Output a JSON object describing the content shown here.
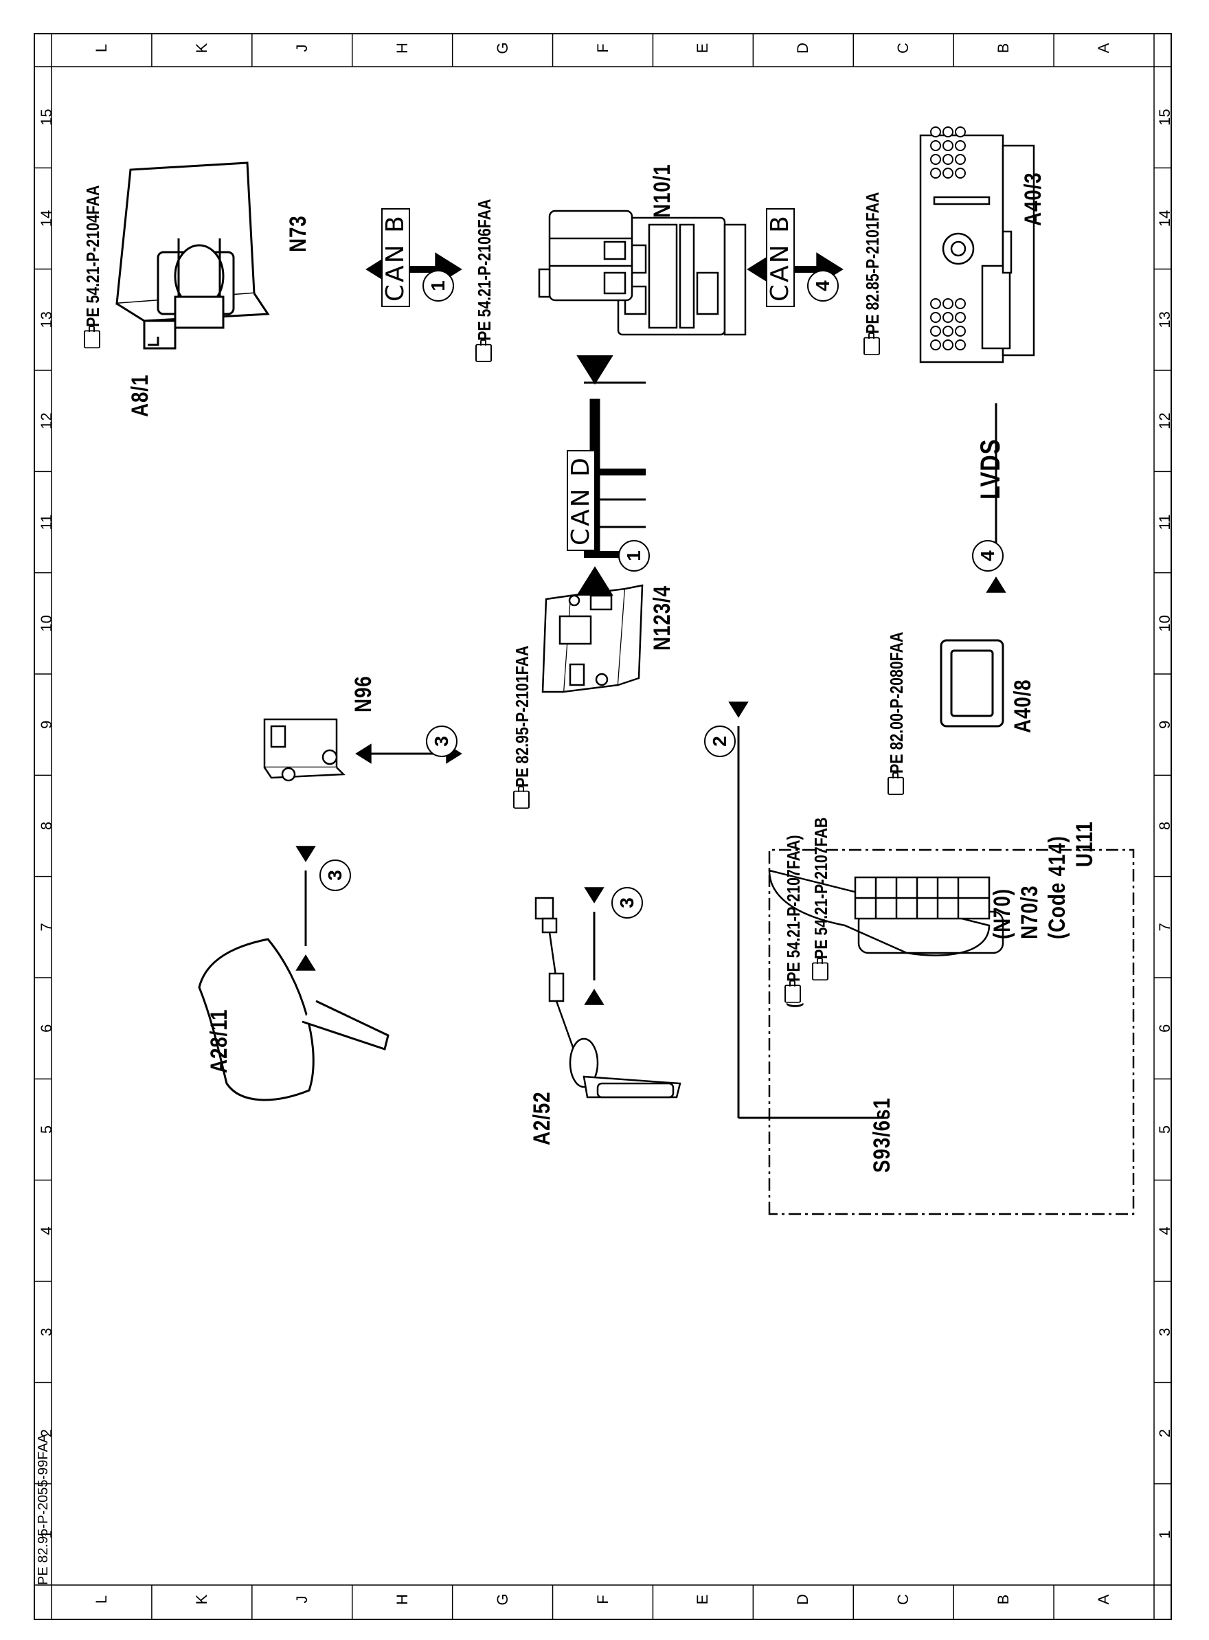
{
  "grid": {
    "columns": [
      "1",
      "2",
      "3",
      "4",
      "5",
      "6",
      "7",
      "8",
      "9",
      "10",
      "11",
      "12",
      "13",
      "14",
      "15"
    ],
    "rows": [
      "A",
      "B",
      "C",
      "D",
      "E",
      "F",
      "G",
      "H",
      "J",
      "K",
      "L"
    ]
  },
  "components": {
    "a40_3": {
      "label": "A40/3",
      "ref": "PE 82.85-P-2101FAA"
    },
    "a40_8": {
      "label": "A40/8",
      "ref": "PE 82.00-P-2080FAA"
    },
    "n10_1": {
      "label": "N10/1",
      "ref": "PE 54.21-P-2106FAA"
    },
    "n73": {
      "label": "N73"
    },
    "a8_1": {
      "label": "A8/1",
      "ref": "PE 54.21-P-2104FAA"
    },
    "n123_4": {
      "label": "N123/4",
      "ref": "PE 82.95-P-2101FAA"
    },
    "n96": {
      "label": "N96"
    },
    "a2_52": {
      "label": "A2/52"
    },
    "a28_11": {
      "label": "A28/11"
    },
    "u111": {
      "title": "U111",
      "code": "(Code 414)",
      "n70_3": "N70/3",
      "n70": "(N70)",
      "ref1": "PE 54.21-P-2107FAB",
      "ref2": "PE 54.21-P-2107FAA)",
      "ref2_prefix": "(",
      "s93": "S93/6s1"
    }
  },
  "connections": {
    "can_b_top": "CAN B",
    "can_b_left": "CAN B",
    "can_d": "CAN D",
    "lvds": "LVDS",
    "n1": "1",
    "n1b": "1",
    "n2": "2",
    "n3a": "3",
    "n3b": "3",
    "n3c": "3",
    "n4a": "4",
    "n4b": "4"
  },
  "doc_id": "PE 82.95-P-2055-99FAA",
  "colors": {
    "line": "#000000",
    "background": "#ffffff"
  }
}
